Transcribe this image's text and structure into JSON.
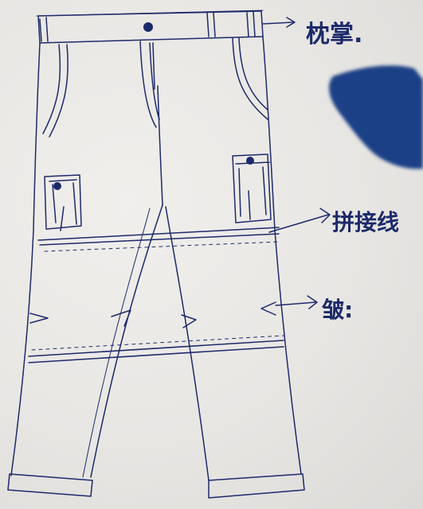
{
  "labels": {
    "waistband": "枕掌.",
    "seam": "拼接线",
    "pleat": "皱:"
  },
  "colors": {
    "ink": "#1c2a6a",
    "swatch": "#1a3f86",
    "paper": "#ecebe8"
  },
  "icons": [
    "arrow-icon",
    "button-icon",
    "fabric-swatch"
  ]
}
